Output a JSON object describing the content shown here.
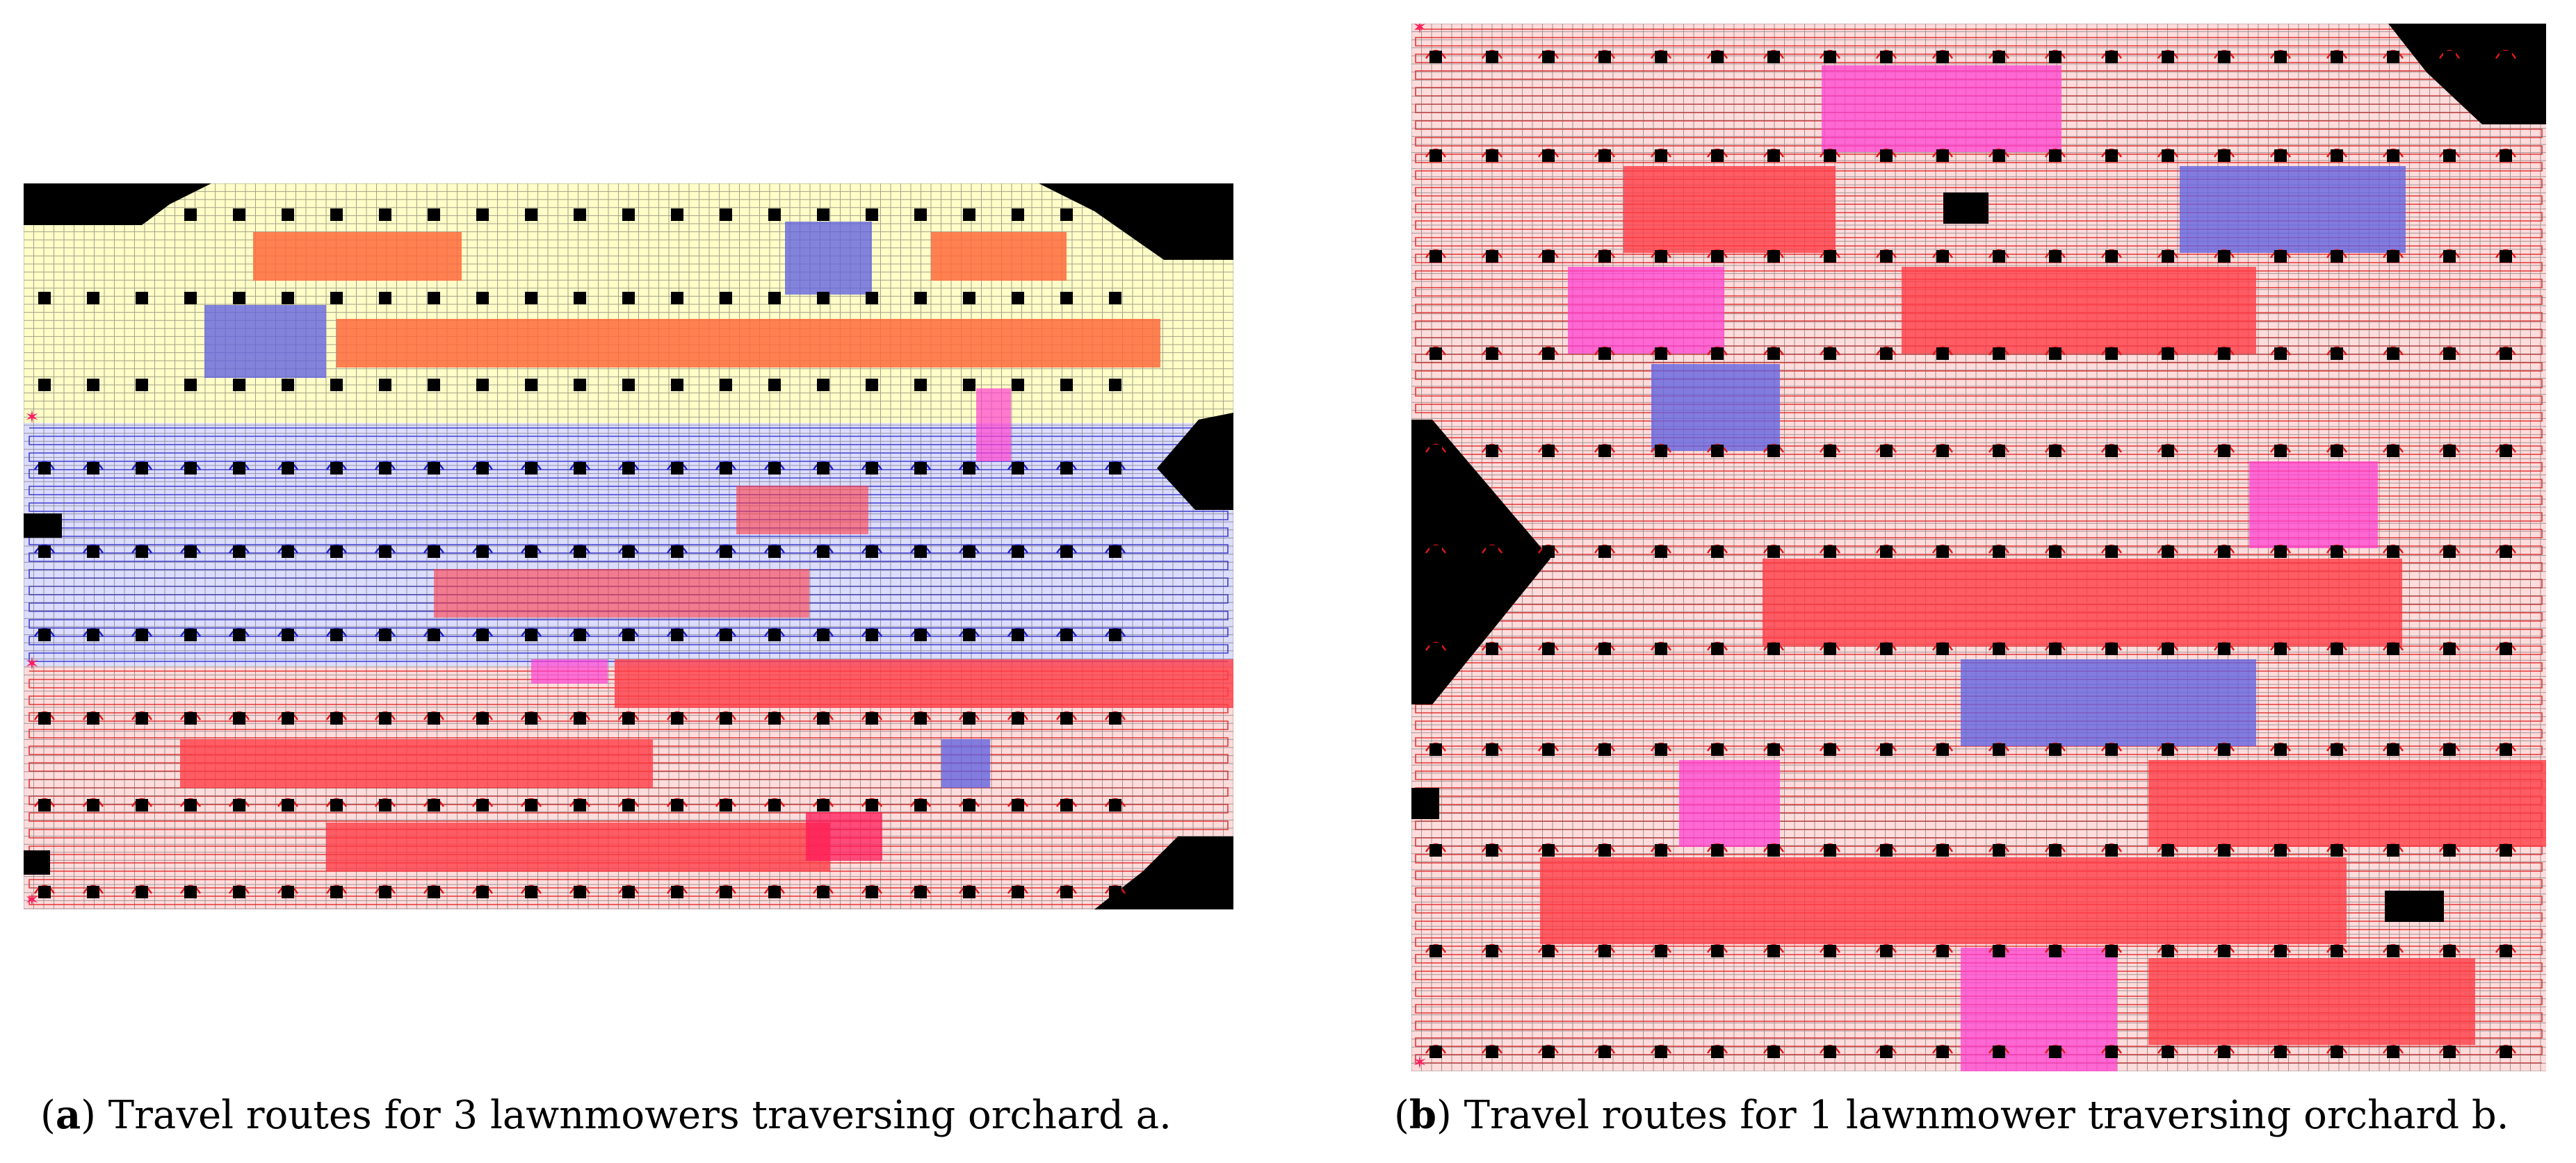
{
  "panels": [
    {
      "id": "a",
      "caption_letter": "a",
      "caption_text": ") Travel routes for 3 lawnmowers traversing orchard a.",
      "zone_colors": [
        "#fffec8",
        "#dcdcff",
        "#ffdcdc"
      ],
      "route_colors": [
        "#c8b400",
        "#2020c8",
        "#e01818"
      ],
      "patch_colors": {
        "orange": "#ff6a3c",
        "blue": "#6464e0",
        "red": "#ff3c46",
        "magenta": "#ff40d0",
        "crimson": "#ff1a5a"
      }
    },
    {
      "id": "b",
      "caption_letter": "b",
      "caption_text": ") Travel routes for 1 lawnmower traversing orchard b.",
      "zone_colors": [
        "#ffdcdc"
      ],
      "route_colors": [
        "#e01818"
      ],
      "patch_colors": {
        "red": "#ff3c46",
        "blue": "#6464e0",
        "magenta": "#ff40d0"
      }
    }
  ],
  "legend_colors": {
    "obstacle": "#000000",
    "tree": "#000000",
    "start_marker": "#ff2060",
    "grid": "#555555"
  }
}
